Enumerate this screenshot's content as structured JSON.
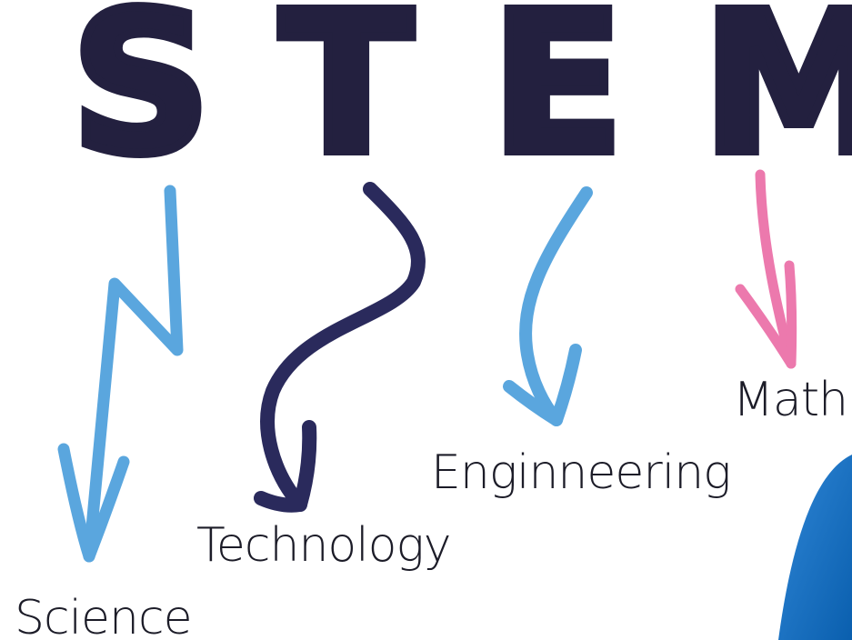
{
  "heading": {
    "letters": [
      "S",
      "T",
      "E",
      "M"
    ]
  },
  "labels": {
    "science": "Science",
    "technology": "Technology",
    "engineering": "Enginneering",
    "math": "Math"
  },
  "colors": {
    "dark_navy": "#23203f",
    "light_blue": "#5aa6de",
    "navy_arrow": "#2a2a5c",
    "pink": "#ec79ad",
    "blob_blue": "#0f6fbf"
  }
}
